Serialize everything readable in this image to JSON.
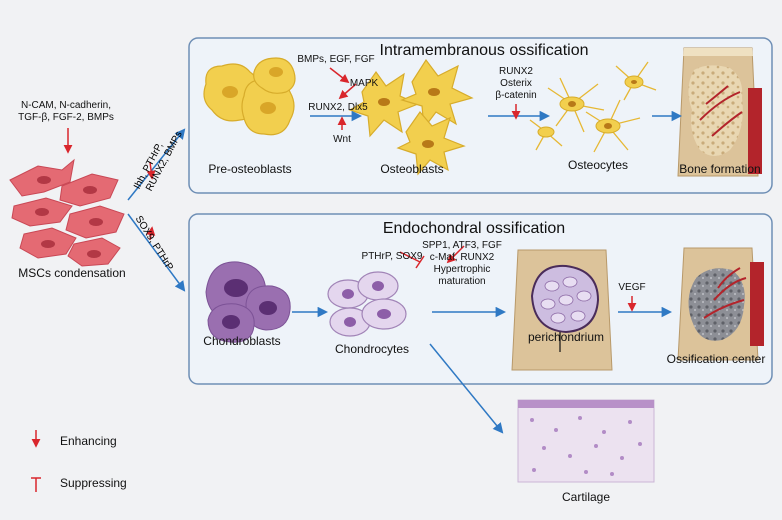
{
  "panels": {
    "intramembranous_title": "Intramembranous ossification",
    "endochondral_title": "Endochondral ossification"
  },
  "left": {
    "signals": [
      "N-CAM, N-cadherin,",
      "TGF-β, FGF-2, BMPs"
    ],
    "msc_label": "MSCs condensation",
    "upper_path_signals": [
      "Ihh, PTHrP,",
      "RUNX2, BMPs"
    ],
    "lower_path_signals": "SOX9, PTHrP"
  },
  "intramembranous": {
    "pre_osteoblasts": "Pre-osteoblasts",
    "factors_top": "BMPs, EGF, FGF",
    "mapk": "MAPK",
    "runx2_dlx5": "RUNX2, Dlx5",
    "wnt": "Wnt",
    "osteoblasts": "Osteoblasts",
    "osteocyte_factors": [
      "RUNX2",
      "Osterix",
      "β-catenin"
    ],
    "osteocytes": "Osteocytes",
    "bone_formation": "Bone formation"
  },
  "endochondral": {
    "chondroblasts": "Chondroblasts",
    "pthrp_sox9": "PTHrP, SOX9",
    "factors": [
      "SPP1, ATF3, FGF",
      "c-Maf, RUNX2"
    ],
    "hypertrophic": [
      "Hypertrophic",
      "maturation"
    ],
    "chondrocytes": "Chondrocytes",
    "perichondrium": "perichondrium",
    "vegf": "VEGF",
    "ossification_center": "Ossification center"
  },
  "cartilage": "Cartilage",
  "legend": {
    "enhancing": "Enhancing",
    "suppressing": "Suppressing"
  },
  "colors": {
    "background": "#f1f2f4",
    "panel_fill": "#eef3f9",
    "panel_border": "#6f8fb5",
    "flow_arrow": "#2f79c4",
    "enhance_arrow": "#d9262c",
    "msc_cells": "#e46a73",
    "osteo_cells": "#f2cf4e",
    "chondro_cells": "#9a6fb0",
    "bone": "#dcc39a",
    "vessel": "#b3242b"
  }
}
